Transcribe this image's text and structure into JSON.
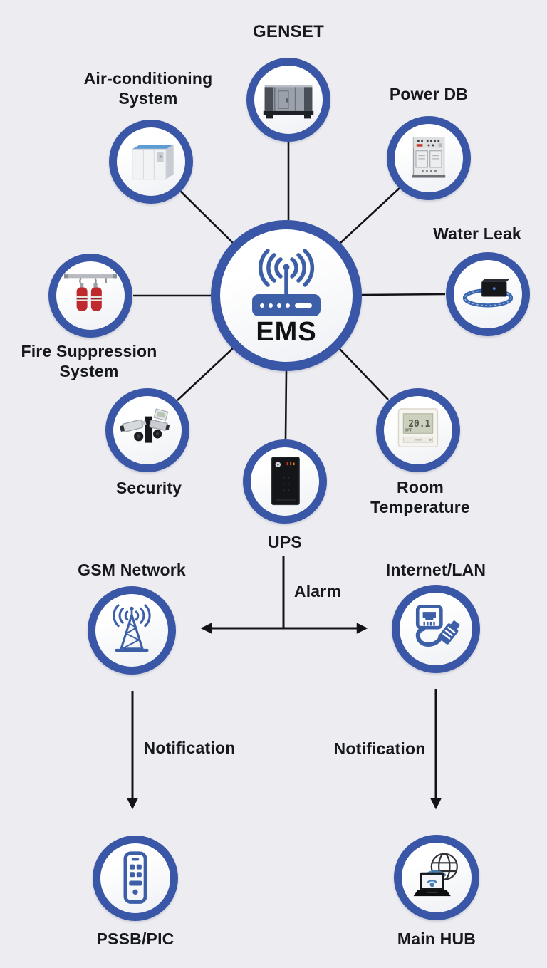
{
  "colors": {
    "background": "#ededf1",
    "circle_border": "#3a56a6",
    "icon_blue": "#3c5fa8",
    "line_black": "#121316",
    "label_text": "#16181d",
    "fire_red": "#bf2a2e"
  },
  "hub": {
    "label": "EMS"
  },
  "nodes": {
    "genset": {
      "label": "GENSET"
    },
    "aircon": {
      "label": "Air-conditioning System"
    },
    "power_db": {
      "label": "Power DB"
    },
    "water_leak": {
      "label": "Water Leak"
    },
    "fire_suppression": {
      "label": "Fire Suppression System"
    },
    "security": {
      "label": "Security"
    },
    "ups": {
      "label": "UPS"
    },
    "room_temperature": {
      "label": "Room Temperature",
      "thermostat_display": "20.1",
      "thermostat_mode": "OFF"
    },
    "gsm": {
      "label": "GSM Network"
    },
    "internet_lan": {
      "label": "Internet/LAN"
    },
    "pssb_pic": {
      "label": "PSSB/PIC"
    },
    "main_hub": {
      "label": "Main HUB"
    }
  },
  "edges": {
    "alarm_label": "Alarm",
    "notification_left_label": "Notification",
    "notification_right_label": "Notification"
  }
}
